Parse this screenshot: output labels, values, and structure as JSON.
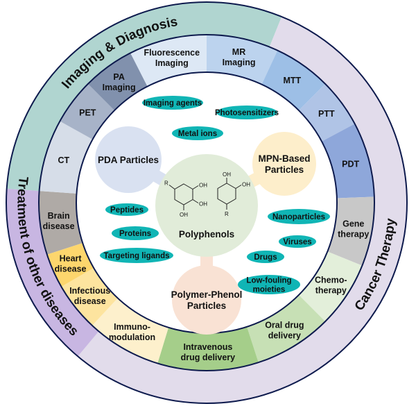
{
  "title": "Polyphenol-based particles and their biomedical applications",
  "center": {
    "label": "Polyphenols",
    "color": "#e1ecd9",
    "structures": [
      {
        "name": "pyrogallol",
        "substituents": [
          "R",
          "OH",
          "OH",
          "OH"
        ]
      },
      {
        "name": "catechol",
        "substituents": [
          "OH",
          "OH",
          "R"
        ]
      }
    ]
  },
  "particle_nodes": [
    {
      "id": "pda",
      "label": "PDA Particles",
      "color": "#d9e1f1"
    },
    {
      "id": "mpn",
      "label": "MPN-Based Particles",
      "lines": [
        "MPN-Based",
        "Particles"
      ],
      "color": "#fdeecb"
    },
    {
      "id": "polymer",
      "label": "Polymer-Phenol Particles",
      "lines": [
        "Polymer-Phenol",
        "Particles"
      ],
      "color": "#f9e2d4"
    }
  ],
  "cargo_pills": [
    {
      "label": "Imaging agents"
    },
    {
      "label": "Photosensitizers"
    },
    {
      "label": "Metal ions"
    },
    {
      "label": "Peptides"
    },
    {
      "label": "Proteins"
    },
    {
      "label": "Targeting ligands"
    },
    {
      "label": "Nanoparticles"
    },
    {
      "label": "Viruses"
    },
    {
      "label": "Drugs"
    },
    {
      "label": "Low-fouling moieties",
      "lines": [
        "Low-fouling",
        "moieties"
      ]
    }
  ],
  "pill_color": "#10b5b5",
  "outline_color": "#0d1a4d",
  "outer_ring": [
    {
      "label": "Imaging & Diagnosis",
      "color": "#b0d5d0",
      "text_side": "top"
    },
    {
      "label": "Cancer Therapy",
      "color": "#e2dceb",
      "text_side": "right"
    },
    {
      "label": "Treatment of other diseases",
      "color": "#c8b6e2",
      "text_side": "left"
    }
  ],
  "middle_ring": [
    {
      "label": "Brain disease",
      "lines": [
        "Brain",
        "disease"
      ],
      "color": "#afaaa6"
    },
    {
      "label": "CT",
      "lines": [
        "CT"
      ],
      "color": "#d6dde8"
    },
    {
      "label": "PET",
      "lines": [
        "PET"
      ],
      "color": "#a7b3c8"
    },
    {
      "label": "PA Imaging",
      "lines": [
        "PA",
        "Imaging"
      ],
      "color": "#8191ad"
    },
    {
      "label": "Fluorescence Imaging",
      "lines": [
        "Fluorescence",
        "Imaging"
      ],
      "color": "#dde8f5"
    },
    {
      "label": "MR Imaging",
      "lines": [
        "MR",
        "Imaging"
      ],
      "color": "#bcd3ee"
    },
    {
      "label": "MTT",
      "lines": [
        "MTT"
      ],
      "color": "#9dbfe6"
    },
    {
      "label": "PTT",
      "lines": [
        "PTT"
      ],
      "color": "#b0c4e6"
    },
    {
      "label": "PDT",
      "lines": [
        "PDT"
      ],
      "color": "#8ea7da"
    },
    {
      "label": "Gene therapy",
      "lines": [
        "Gene",
        "therapy"
      ],
      "color": "#c8c8c8"
    },
    {
      "label": "Chemo-therapy",
      "lines": [
        "Chemo-",
        "therapy"
      ],
      "color": "#e3efda"
    },
    {
      "label": "Oral drug delivery",
      "lines": [
        "Oral drug",
        "delivery"
      ],
      "color": "#c7e0b5"
    },
    {
      "label": "Intravenous drug delivery",
      "lines": [
        "Intravenous",
        "drug delivery"
      ],
      "color": "#a5ce8a"
    },
    {
      "label": "Immuno-modulation",
      "lines": [
        "Immuno-",
        "modulation"
      ],
      "color": "#fdf0cc"
    },
    {
      "label": "Infectious disease",
      "lines": [
        "Infectious",
        "disease"
      ],
      "color": "#fde49f"
    },
    {
      "label": "Heart disease",
      "lines": [
        "Heart",
        "disease"
      ],
      "color": "#fdd66d"
    }
  ]
}
